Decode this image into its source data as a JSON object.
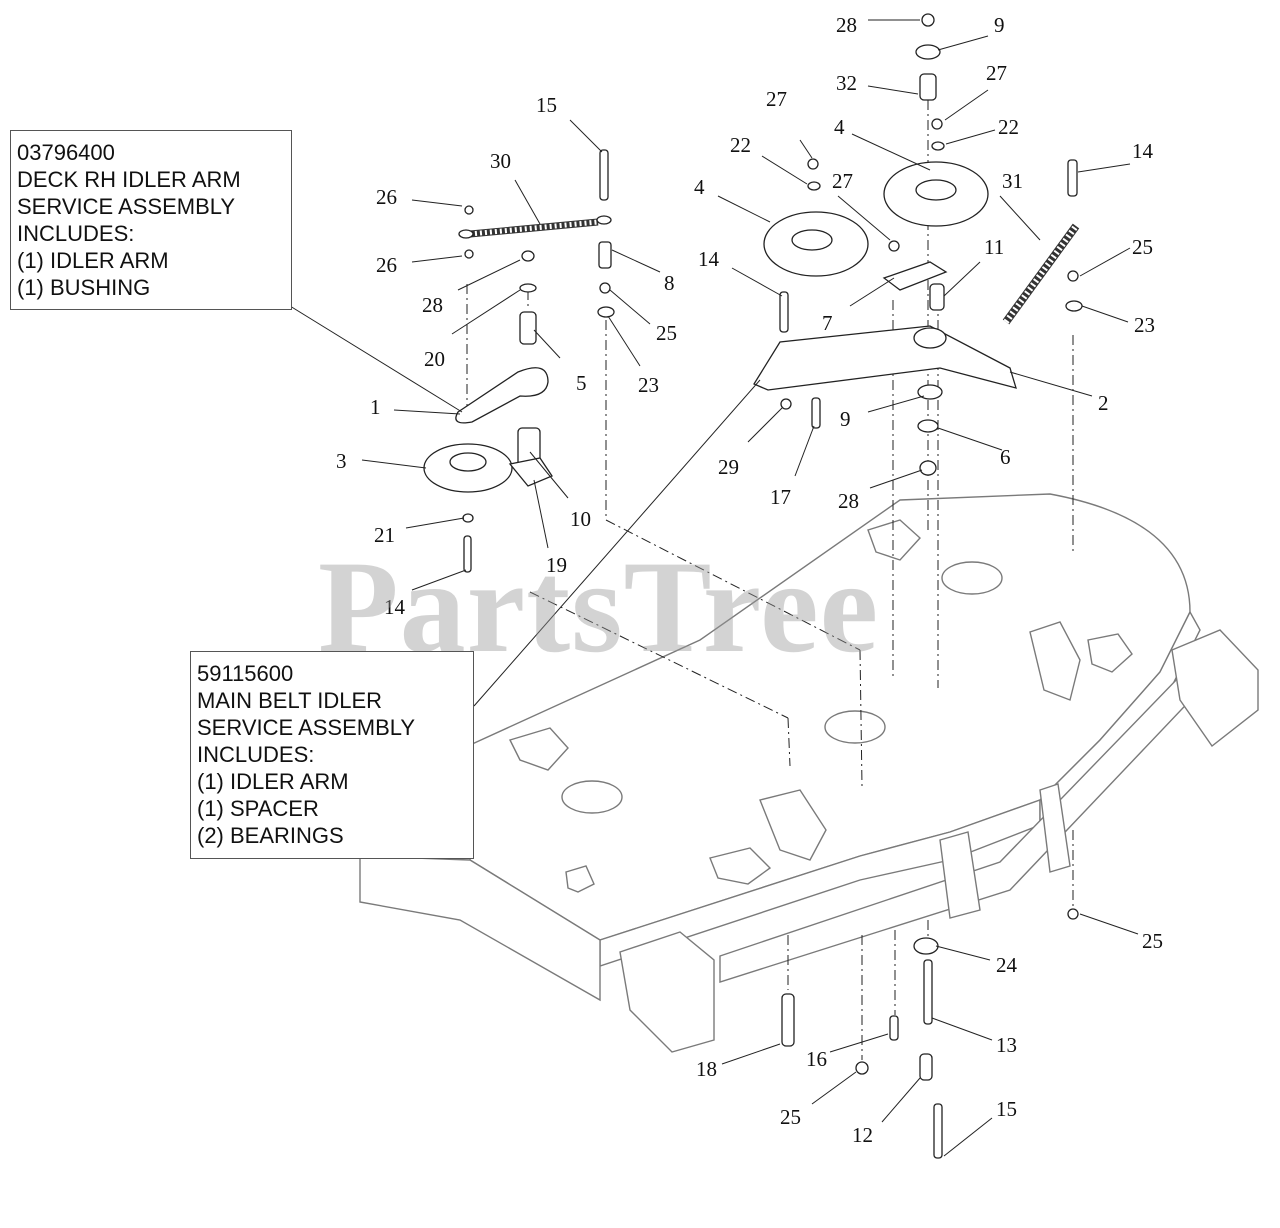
{
  "watermark": "PartsTree",
  "callouts": [
    {
      "lines": [
        "03796400",
        "DECK RH IDLER ARM",
        "SERVICE ASSEMBLY",
        "INCLUDES:",
        "(1) IDLER ARM",
        "(1) BUSHING"
      ]
    },
    {
      "lines": [
        "59115600",
        "MAIN BELT IDLER",
        "SERVICE ASSEMBLY",
        "INCLUDES:",
        "(1) IDLER ARM",
        "(1) SPACER",
        "(2) BEARINGS"
      ]
    }
  ],
  "part_labels": [
    "28",
    "9",
    "32",
    "27",
    "22",
    "27",
    "4",
    "22",
    "27",
    "4",
    "31",
    "14",
    "30",
    "15",
    "26",
    "26",
    "8",
    "28",
    "25",
    "20",
    "23",
    "5",
    "1",
    "3",
    "10",
    "19",
    "21",
    "14",
    "14",
    "11",
    "7",
    "25",
    "23",
    "2",
    "9",
    "6",
    "28",
    "17",
    "29",
    "24",
    "25",
    "13",
    "18",
    "16",
    "25",
    "12",
    "15"
  ]
}
